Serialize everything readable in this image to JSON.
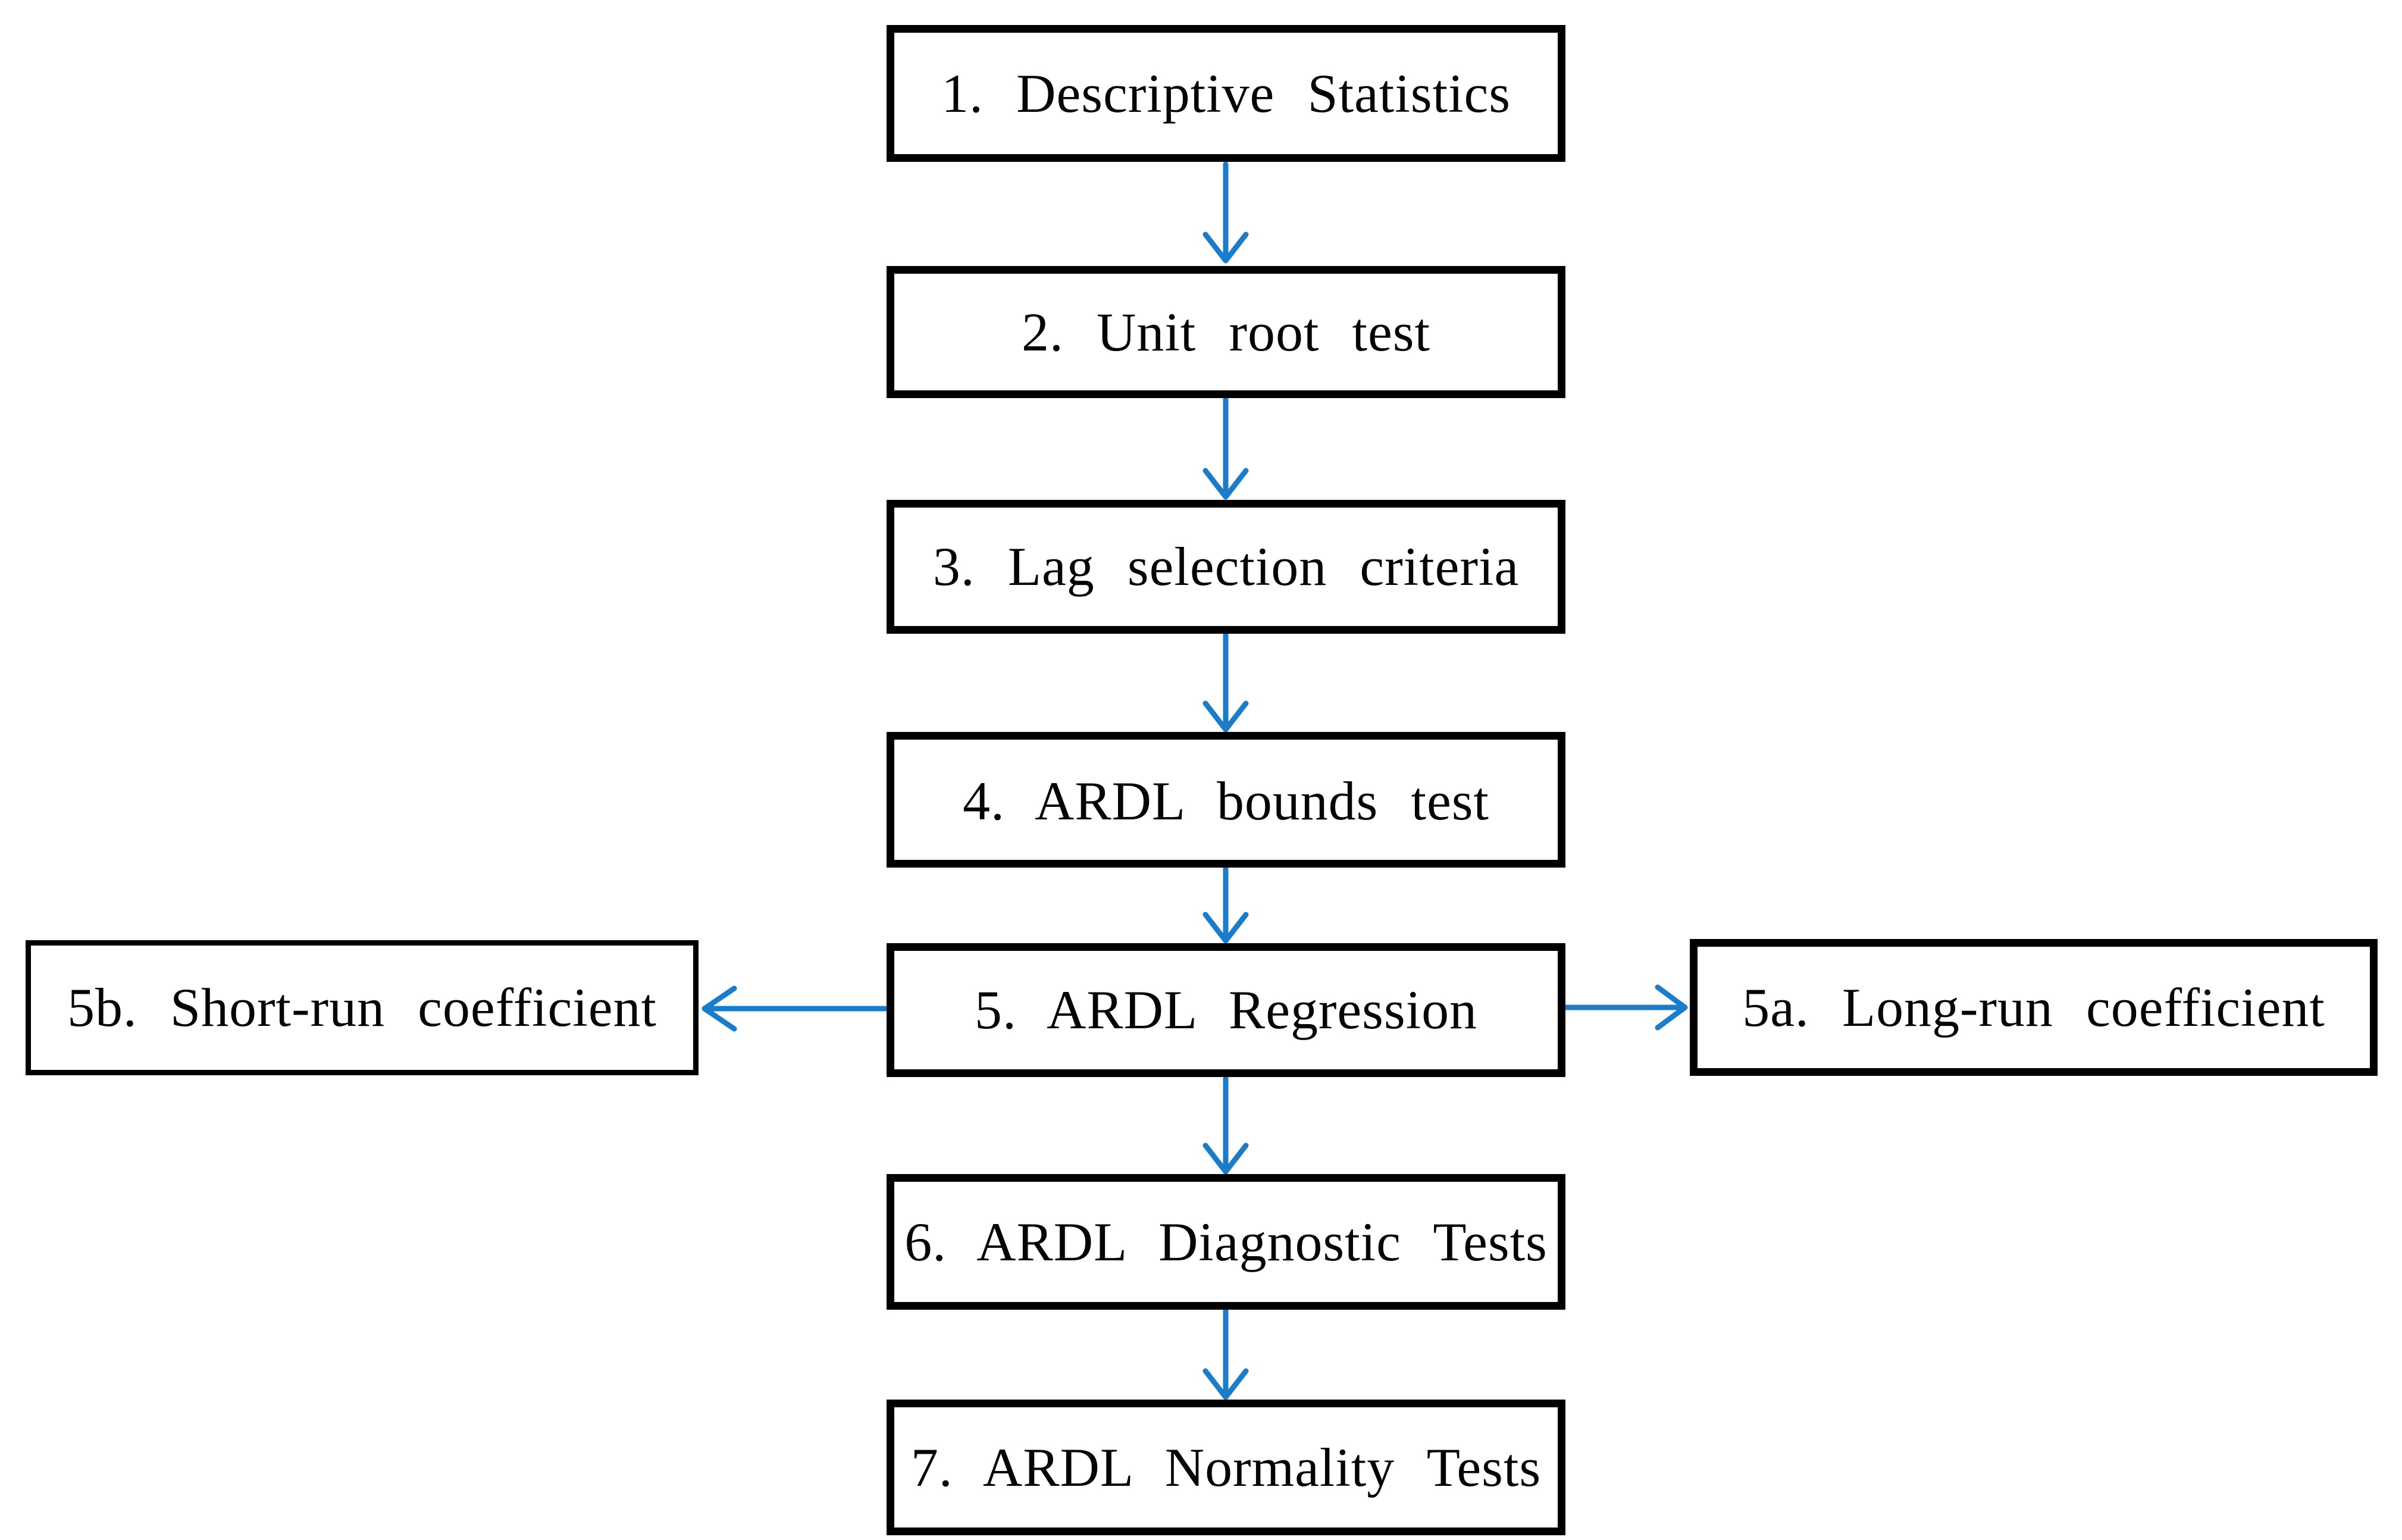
{
  "flowchart": {
    "boxes": [
      {
        "id": "box1",
        "label": "1. Descriptive Statistics"
      },
      {
        "id": "box2",
        "label": "2. Unit root test"
      },
      {
        "id": "box3",
        "label": "3. Lag selection criteria"
      },
      {
        "id": "box4",
        "label": "4. ARDL bounds test"
      },
      {
        "id": "box5",
        "label": "5. ARDL Regression"
      },
      {
        "id": "box5b",
        "label": "5b. Short-run coefficient"
      },
      {
        "id": "box5a",
        "label": "5a. Long-run coefficient"
      },
      {
        "id": "box6",
        "label": "6. ARDL Diagnostic Tests"
      },
      {
        "id": "box7",
        "label": "7. ARDL Normality Tests"
      }
    ],
    "connections": [
      {
        "from": "box1",
        "to": "box2",
        "direction": "down"
      },
      {
        "from": "box2",
        "to": "box3",
        "direction": "down"
      },
      {
        "from": "box3",
        "to": "box4",
        "direction": "down"
      },
      {
        "from": "box4",
        "to": "box5",
        "direction": "down"
      },
      {
        "from": "box5",
        "to": "box5b",
        "direction": "left"
      },
      {
        "from": "box5",
        "to": "box5a",
        "direction": "right"
      },
      {
        "from": "box5",
        "to": "box6",
        "direction": "down"
      },
      {
        "from": "box6",
        "to": "box7",
        "direction": "down"
      }
    ],
    "colors": {
      "arrow": "#1B7CC9",
      "box_border": "#000000",
      "box_fill": "#FFFFFF",
      "text": "#050505",
      "background": "#FFFFFF"
    }
  }
}
